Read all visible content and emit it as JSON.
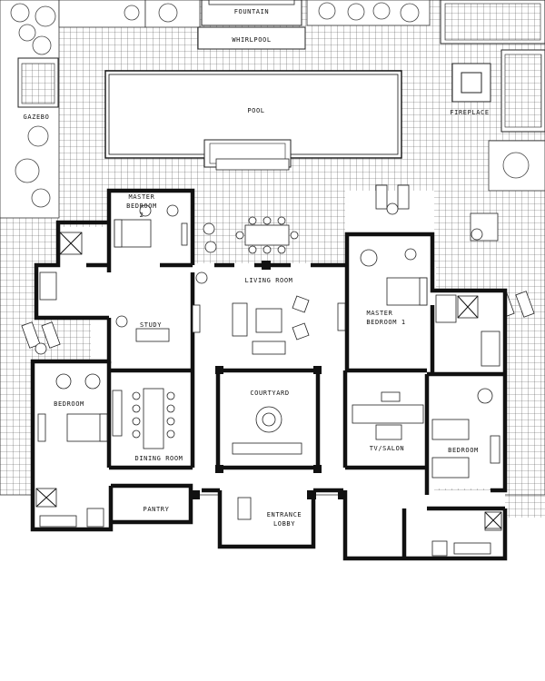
{
  "labels": {
    "fountain": "FOUNTAIN",
    "whirlpool": "WHIRLPOOL",
    "pool": "POOL",
    "gazebo": "GAZEBO",
    "fireplace": "FIREPLACE",
    "master_bedroom_2_line1": "MASTER",
    "master_bedroom_2_line2": "BEDROOM",
    "master_bedroom_2_line3": "2",
    "living_room": "LIVING ROOM",
    "master_bedroom_1_line1": "MASTER",
    "master_bedroom_1_line2": "BEDROOM 1",
    "study": "STUDY",
    "bedroom_west": "BEDROOM",
    "courtyard": "COURTYARD",
    "tv_salon": "TV/SALON",
    "dining_room": "DINING ROOM",
    "bedroom_east": "BEDROOM",
    "pantry": "PANTRY",
    "entrance_lobby_line1": "ENTRANCE",
    "entrance_lobby_line2": "LOBBY"
  }
}
